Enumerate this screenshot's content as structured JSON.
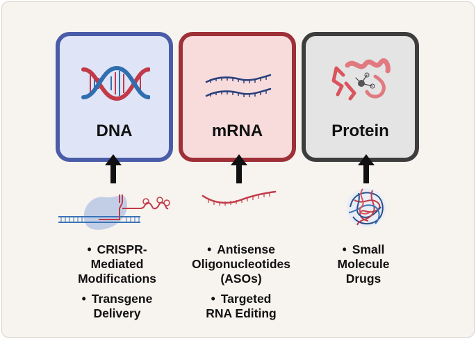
{
  "cards": [
    {
      "title": "DNA"
    },
    {
      "title": "mRNA"
    },
    {
      "title": "Protein"
    }
  ],
  "lists": {
    "dna": [
      "CRISPR-\nMediated\nModifications",
      "Transgene\nDelivery"
    ],
    "mrna": [
      "Antisense\nOligonucleotides\n(ASOs)",
      "Targeted\nRNA Editing"
    ],
    "protein": [
      "Small\nMolecule\nDrugs"
    ]
  },
  "colors": {
    "dna_border": "#4a5ca8",
    "mrna_border": "#9e3038",
    "protein_border": "#3d3d3d"
  }
}
